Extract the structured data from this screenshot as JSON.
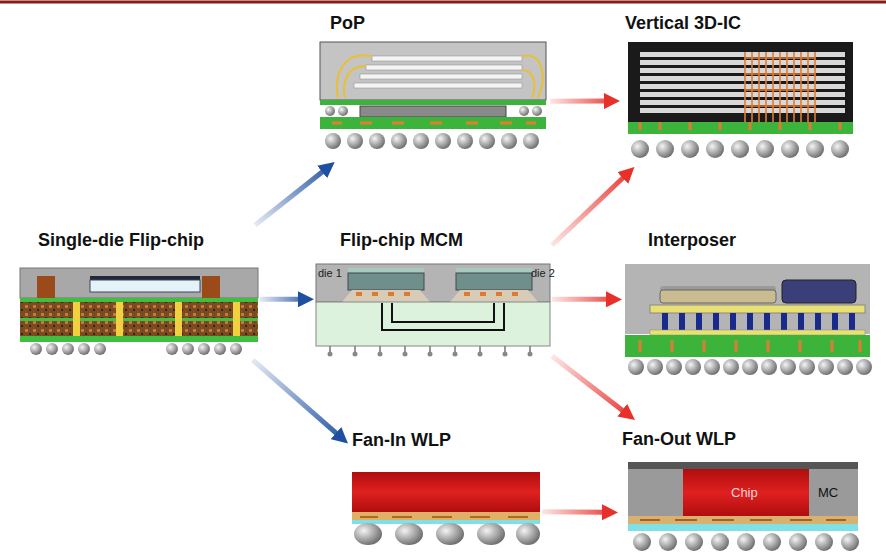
{
  "diagram": {
    "nodes": [
      {
        "text": [
          "PoP"
        ]
      },
      {
        "text": [
          "Vertical 3D-IC"
        ]
      },
      {
        "text": [
          "Single-die Flip-chip"
        ]
      },
      {
        "text": [
          "Flip-chip MCM"
        ]
      },
      {
        "text": [
          "Interposer"
        ]
      },
      {
        "text": [
          "Fan-In WLP"
        ]
      },
      {
        "text": [
          "Fan-Out WLP"
        ]
      }
    ],
    "edges": [
      {
        "from": 2,
        "to": 0,
        "arrow": "to"
      },
      {
        "from": 2,
        "to": 3,
        "arrow": "to"
      },
      {
        "from": 2,
        "to": 5,
        "arrow": "to"
      },
      {
        "from": 0,
        "to": 1,
        "arrow": "to"
      },
      {
        "from": 3,
        "to": 1,
        "arrow": "to"
      },
      {
        "from": 3,
        "to": 4,
        "arrow": "to"
      },
      {
        "from": 3,
        "to": 6,
        "arrow": "to"
      },
      {
        "from": 5,
        "to": 6,
        "arrow": "to"
      }
    ],
    "labels": [
      "die 1",
      "die 2",
      "Chip",
      "MC"
    ]
  }
}
